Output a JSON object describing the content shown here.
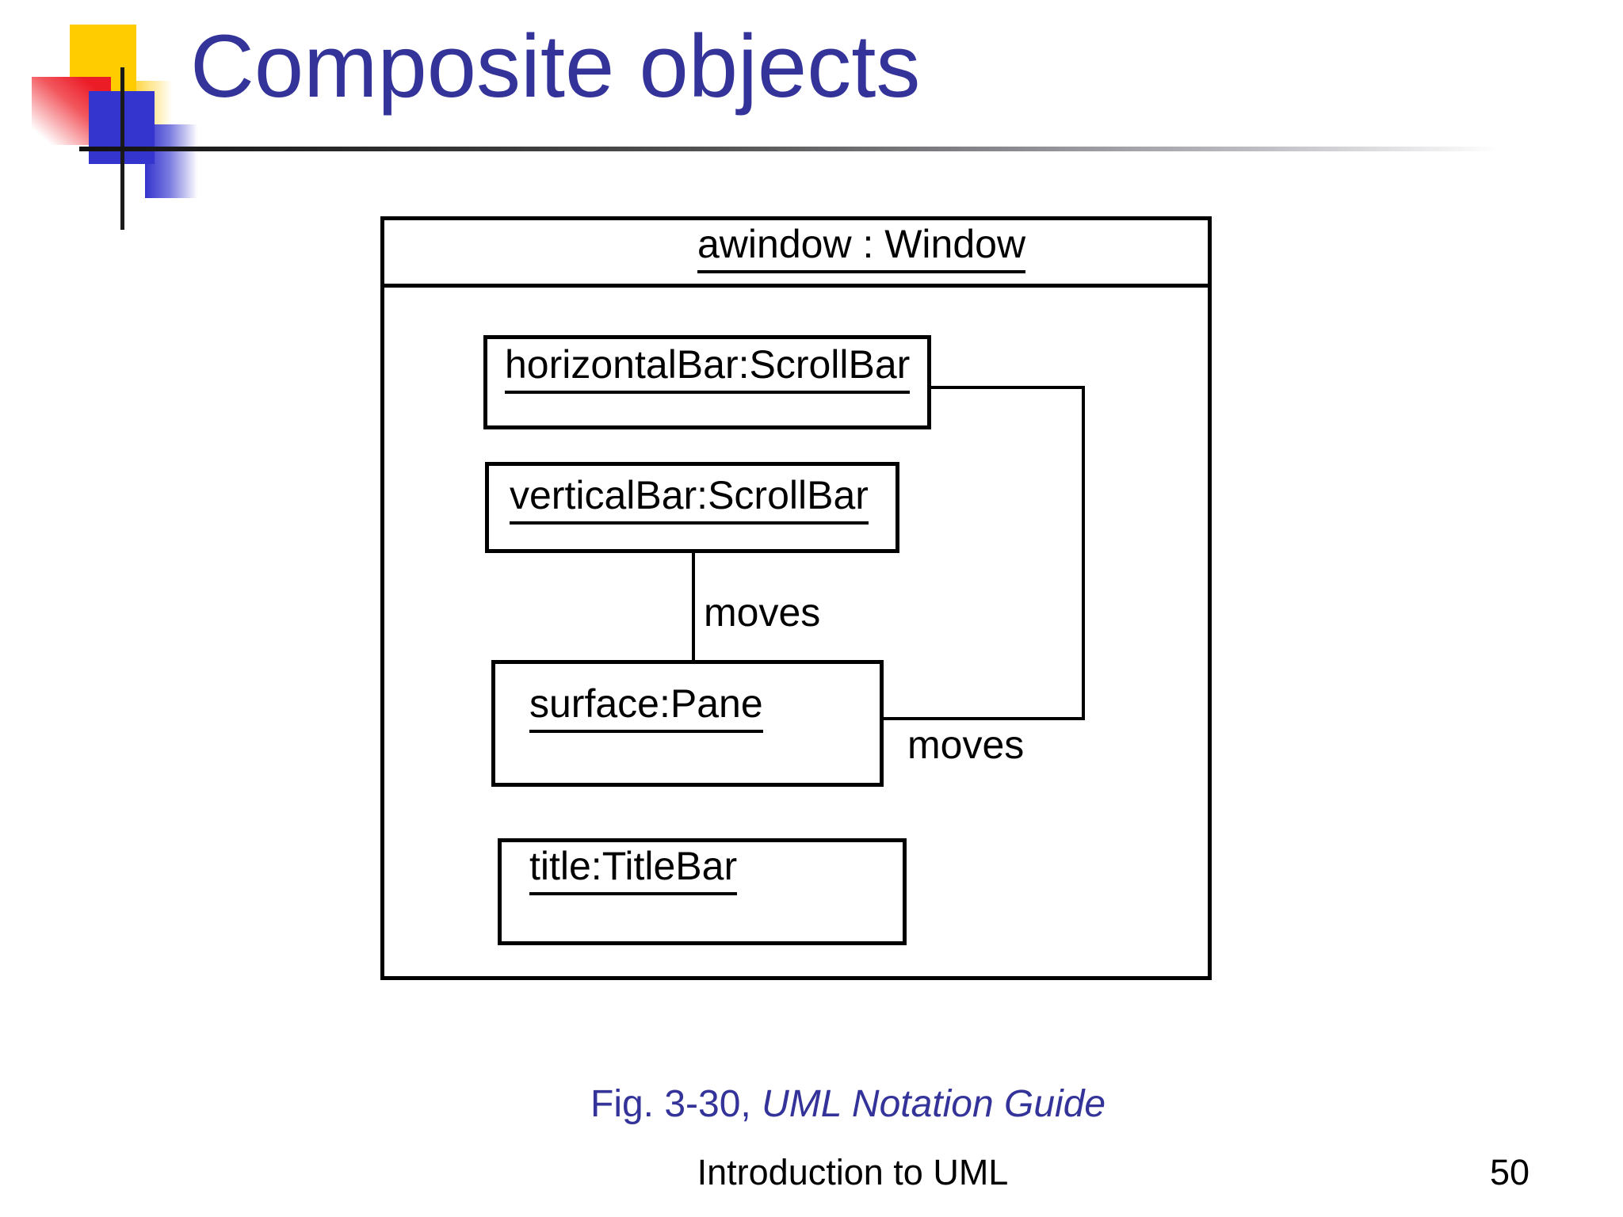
{
  "slide": {
    "title": "Composite objects",
    "caption": {
      "prefix": "Fig. 3-30, ",
      "italic": "UML Notation Guide"
    },
    "footer_text": "Introduction to UML",
    "page_number": "50",
    "colors": {
      "accent_text": "#333399",
      "logo_yellow": "#FFCC00",
      "logo_red": "#EC1C27",
      "logo_blue": "#3434CE",
      "diagram_line": "#000000"
    }
  },
  "diagram": {
    "type": "uml-object-diagram",
    "window_label": "awindow : Window",
    "objects": [
      {
        "id": "horizontalBar",
        "label": "horizontalBar:ScrollBar"
      },
      {
        "id": "verticalBar",
        "label": "verticalBar:ScrollBar"
      },
      {
        "id": "surface",
        "label": "surface:Pane"
      },
      {
        "id": "title",
        "label": "title:TitleBar"
      }
    ],
    "links": [
      {
        "from": "verticalBar",
        "to": "surface",
        "label": "moves"
      },
      {
        "from": "horizontalBar",
        "to": "surface",
        "label": "moves"
      }
    ]
  }
}
